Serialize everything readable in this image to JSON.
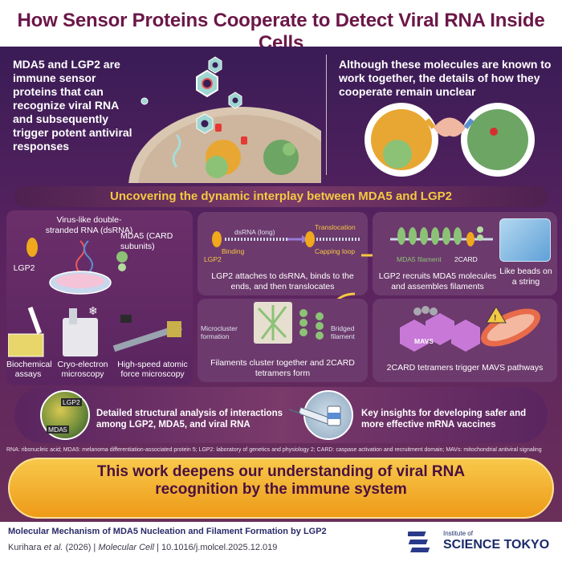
{
  "title": "How Sensor Proteins Cooperate to Detect Viral RNA Inside Cells",
  "intro_left": "MDA5 and LGP2 are immune sensor proteins that can recognize viral RNA and subsequently trigger potent antiviral responses",
  "intro_right": "Although these molecules are known to work together, the details of how they cooperate remain unclear",
  "section_heading": "Uncovering the dynamic interplay between MDA5 and LGP2",
  "left_panel": {
    "dsrna_label": "Virus-like double-stranded RNA (dsRNA)",
    "mda5_label": "MDA5 (CARD subunits)",
    "lgp2_label": "LGP2",
    "methods": [
      "Biochemical assays",
      "Cryo-electron microscopy",
      "High-speed atomic force microscopy"
    ]
  },
  "steps": {
    "step1": {
      "dsrna": "dsRNA (long)",
      "translocation": "Translocation",
      "binding": "Binding",
      "capping": "Capping loop",
      "lgp2": "LGP2",
      "caption": "LGP2 attaches to dsRNA, binds to the ends, and then translocates"
    },
    "step2": {
      "filament": "MDA5 filament",
      "card": "2CARD",
      "caption": "LGP2 recruits MDA5 molecules and assembles filaments",
      "beads": "Like beads on a string"
    },
    "step3": {
      "microcluster": "Microcluster formation",
      "bridged": "Bridged filament",
      "caption": "Filaments cluster together and 2CARD tetramers form"
    },
    "step4": {
      "mavs": "MAVS",
      "caption": "2CARD tetramers trigger MAVS pathways"
    }
  },
  "results": {
    "structure_labels": [
      "LGP2",
      "MDA5"
    ],
    "left": "Detailed structural analysis of interactions among LGP2, MDA5, and viral RNA",
    "right": "Key insights for developing safer and more effective mRNA vaccines"
  },
  "abbreviations": "RNA: ribonucleic acid; MDA5: melanoma differentiation-associated protein 5; LGP2: laboratory of genetics and physiology 2; CARD: caspase activation and recruitment domain; MAVs: mitochondrial antiviral signaling",
  "conclusion": "This work deepens our understanding of viral RNA recognition by the immune system",
  "footer": {
    "paper_title": "Molecular Mechanism of MDA5 Nucleation and Filament Formation by LGP2",
    "citation_authors": "Kurihara",
    "citation_etal": "et al.",
    "citation_rest": "(2026) | ",
    "journal": "Molecular Cell",
    "doi": " | 10.1016/j.molcel.2025.12.019",
    "logo_small": "Institute of",
    "logo_big": "SCIENCE TOKYO"
  },
  "colors": {
    "title": "#6b1748",
    "panel_dark": "#3a1c56",
    "accent_yellow": "#f5c842",
    "orange_banner": "#f0a81c"
  }
}
